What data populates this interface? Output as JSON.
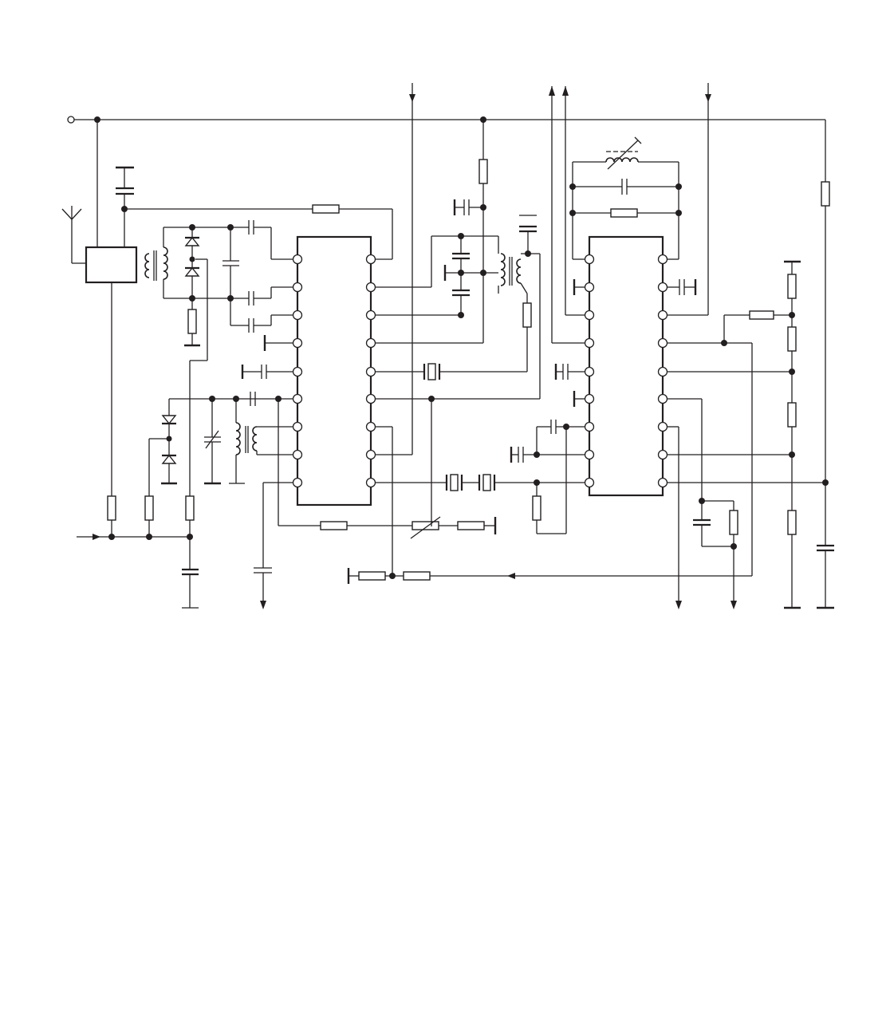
{
  "diagram": {
    "type": "electronic-schematic",
    "colors": {
      "line": "#231f20",
      "background": "#ffffff"
    },
    "components": {
      "ic_left_pins_per_side": 9,
      "ic_right_pins_per_side": 9,
      "crystals": 3,
      "diodes": 4,
      "antenna": 1,
      "supply_terminal": 1
    }
  }
}
